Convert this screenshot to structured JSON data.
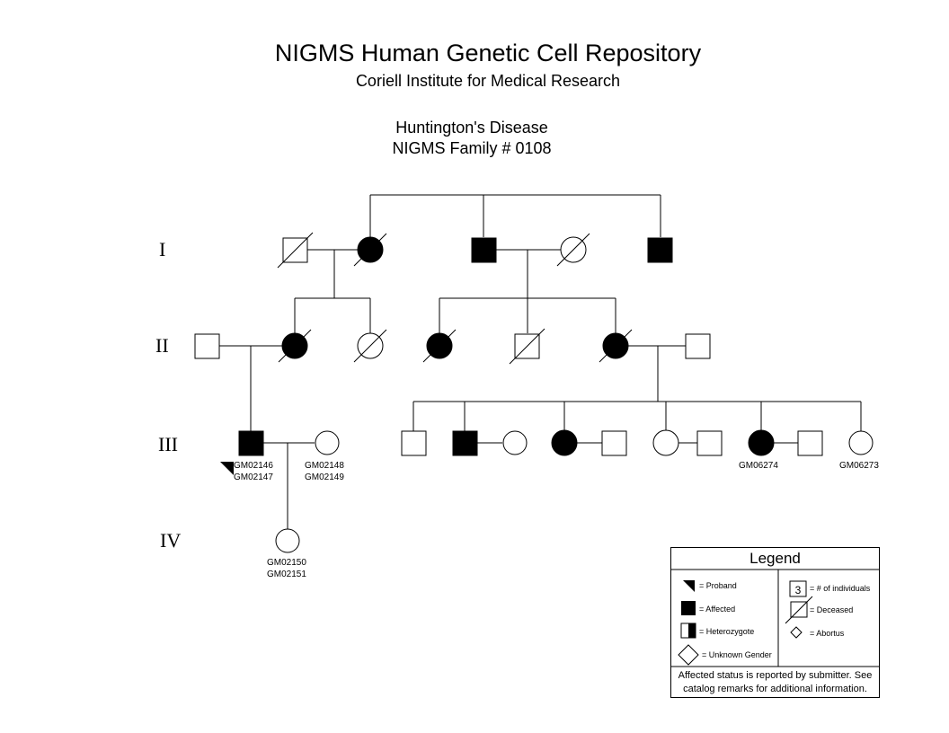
{
  "header": {
    "title": "NIGMS Human Genetic Cell Repository",
    "subtitle": "Coriell Institute for Medical Research"
  },
  "diagram": {
    "disease": "Huntington's Disease",
    "family": "NIGMS Family # 0108",
    "generations": [
      "I",
      "II",
      "III",
      "IV"
    ],
    "sample_ids": {
      "III_proband": [
        "GM02146",
        "GM02147"
      ],
      "III_spouse": [
        "GM02148",
        "GM02149"
      ],
      "III_affected_daughter": "GM06274",
      "III_youngest_daughter": "GM06273",
      "IV_child": [
        "GM02150",
        "GM02151"
      ]
    }
  },
  "legend": {
    "title": "Legend",
    "proband": "= Proband",
    "affected": "= Affected",
    "heterozygote": "= Heterozygote",
    "unknown_gender": "= Unknown Gender",
    "count_symbol": "3",
    "count": "= # of individuals",
    "deceased": "= Deceased",
    "abortus": "= Abortus",
    "note_line1": "Affected status is reported by submitter. See",
    "note_line2": "catalog remarks for additional information."
  }
}
